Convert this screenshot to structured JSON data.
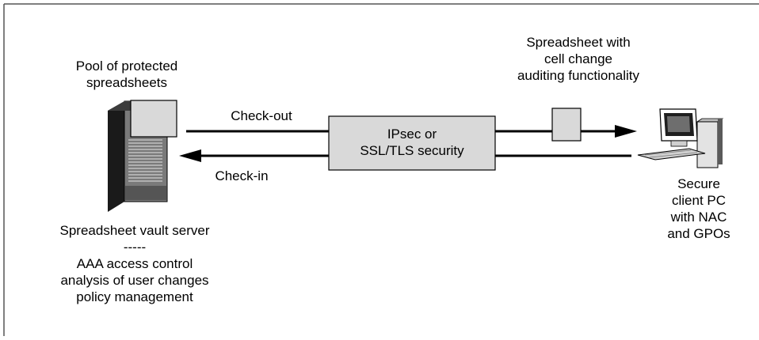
{
  "pool_label": [
    "Pool of protected",
    "spreadsheets"
  ],
  "checkout_label": "Check-out",
  "checkin_label": "Check-in",
  "security_box": [
    "IPsec or",
    "SSL/TLS security"
  ],
  "auditing_label": [
    "Spreadsheet with",
    "cell change",
    "auditing functionality"
  ],
  "client_label": [
    "Secure",
    "client PC",
    "with NAC",
    "and GPOs"
  ],
  "server_label": [
    "Spreadsheet vault server",
    "-----",
    "AAA access control",
    "analysis of user changes",
    "policy management"
  ],
  "colors": {
    "box_fill": "#d9d9d9",
    "stroke": "#000000",
    "frame": "#555555",
    "server_dark": "#1a1a1a",
    "server_mid": "#7a7a7a"
  },
  "icons": [
    "server-tower-icon",
    "spreadsheet-document-icon",
    "desktop-pc-icon"
  ]
}
